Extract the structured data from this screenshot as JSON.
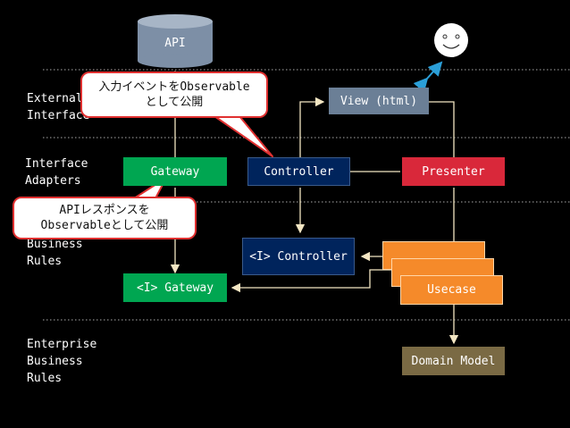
{
  "layers": {
    "external_interface": "External\nInterface",
    "interface_adapters": "Interface\nAdapters",
    "business_rules": "Business\nRules",
    "enterprise_business_rules": "Enterprise\nBusiness\nRules"
  },
  "nodes": {
    "api": "API",
    "view": "View (html)",
    "gateway": "Gateway",
    "controller": "Controller",
    "presenter": "Presenter",
    "i_controller": "<I> Controller",
    "i_gateway": "<I> Gateway",
    "usecase": "Usecase",
    "domain_model": "Domain Model"
  },
  "callouts": {
    "input_events": "入力イベントをObservable\nとして公開",
    "api_response": "APIレスポンスを\nObservableとして公開"
  },
  "colors": {
    "gateway": "#00a651",
    "controller": "#00245c",
    "presenter": "#d9283a",
    "view": "#6b7f96",
    "usecase": "#f58a2a",
    "domain_model": "#7a6a44",
    "api": "#7d8fa6",
    "arrow": "#f3e6c3",
    "user_link": "#2b9fd8"
  }
}
